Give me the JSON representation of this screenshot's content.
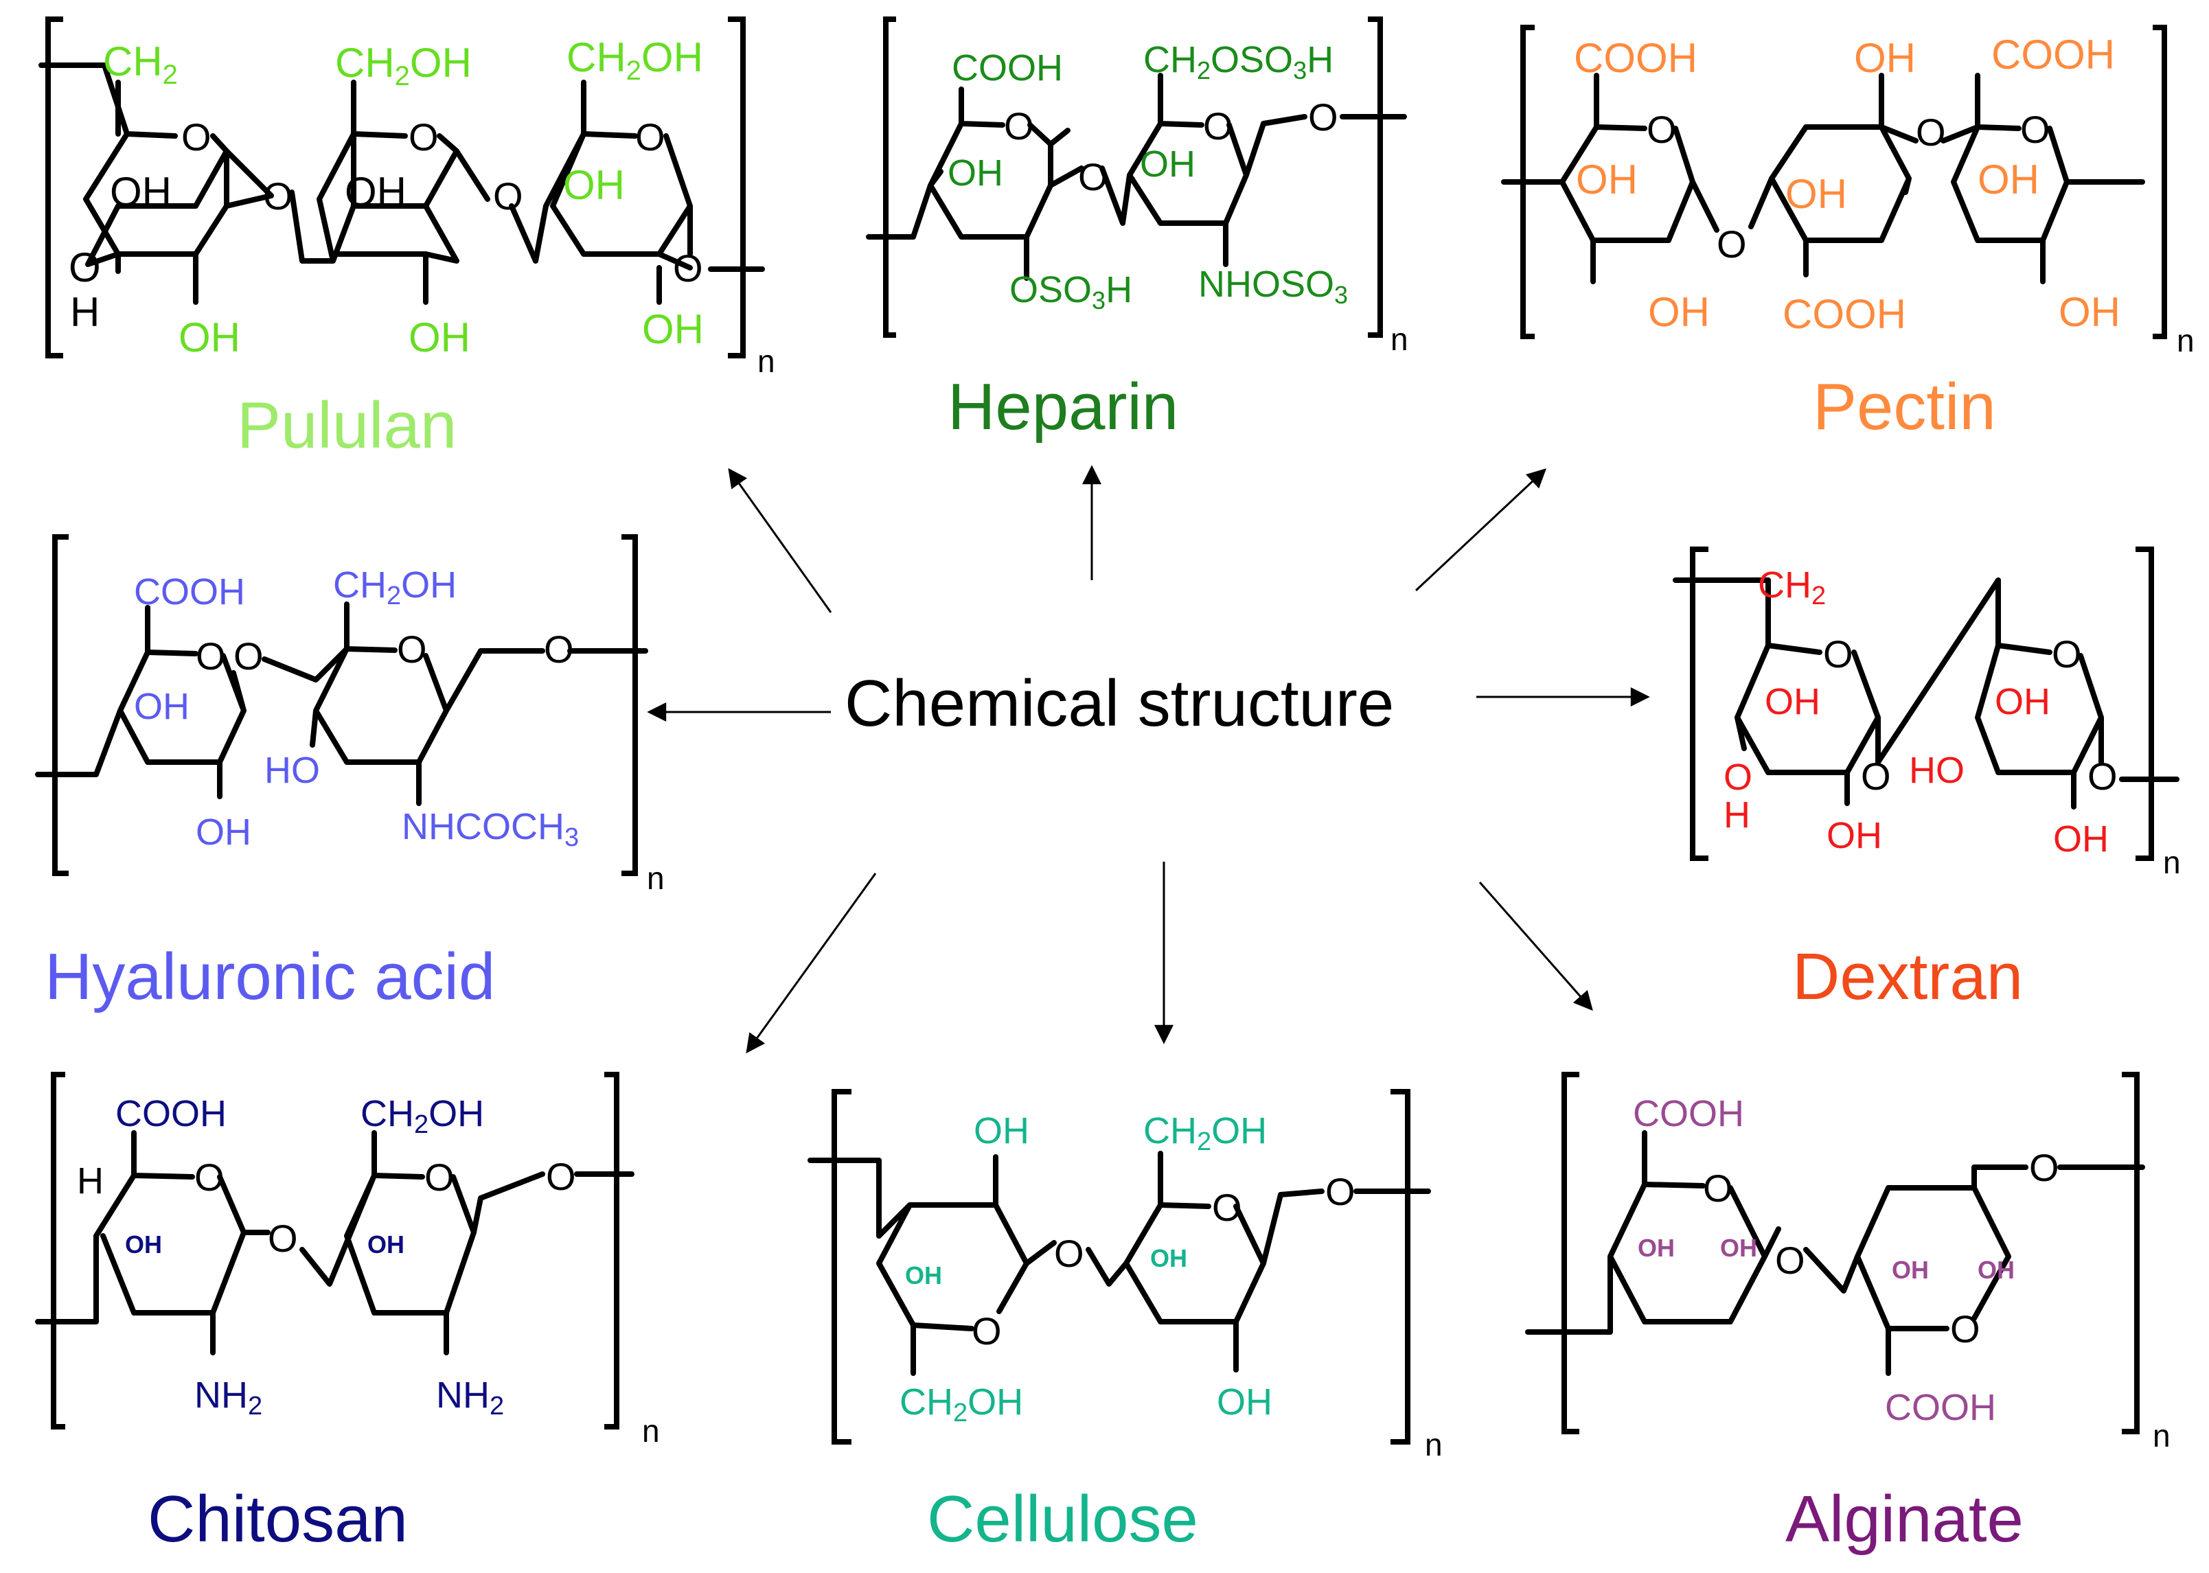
{
  "center": {
    "label": "Chemical structure"
  },
  "repeat_label": "n",
  "ring_oxygen": "O",
  "molecules": [
    {
      "id": "pululan",
      "name": "Pululan",
      "color": "#9eea6a",
      "group_color": "#66dd22",
      "groups": {
        "g1": "CH",
        "g1s": "2",
        "g2": "CH",
        "g2s": "2",
        "g2t": "OH",
        "g3": "CH",
        "g3s": "2",
        "g3t": "OH",
        "oh_a": "OH",
        "oh_b": "OH",
        "oh_c": "OH",
        "oh_d": "OH",
        "oh_e": "OH",
        "oh_f": "OH",
        "oh_g": "O",
        "h": "H"
      }
    },
    {
      "id": "heparin",
      "name": "Heparin",
      "color": "#1e7d1e",
      "group_color": "#1a8c1a",
      "groups": {
        "cooh": "COOH",
        "ch2oso3h_a": "CH",
        "ch2oso3h_b": "2",
        "ch2oso3h_c": "OSO",
        "ch2oso3h_d": "3",
        "ch2oso3h_e": "H",
        "oh_a": "OH",
        "oh_b": "OH",
        "oso3h_a": "OSO",
        "oso3h_b": "3",
        "oso3h_c": "H",
        "nhoso3_a": "NHOSO",
        "nhoso3_b": "3"
      }
    },
    {
      "id": "pectin",
      "name": "Pectin",
      "color": "#ff8a3d",
      "group_color": "#ff8a3d",
      "groups": {
        "cooh_a": "COOH",
        "oh_top": "OH",
        "cooh_b": "COOH",
        "oh_a": "OH",
        "oh_b": "OH",
        "oh_c": "OH",
        "oh_d": "OH",
        "cooh_c": "COOH",
        "oh_e": "OH"
      }
    },
    {
      "id": "hyaluronic",
      "name": "Hyaluronic acid",
      "color": "#5b5bf0",
      "group_color": "#5b5bf0",
      "groups": {
        "cooh": "COOH",
        "ch2oh_a": "CH",
        "ch2oh_b": "2",
        "ch2oh_c": "OH",
        "oh_a": "OH",
        "ho": "HO",
        "oh_b": "OH",
        "nhcoch3_a": "NHCOCH",
        "nhcoch3_b": "3"
      }
    },
    {
      "id": "dextran",
      "name": "Dextran",
      "color": "#f24a1a",
      "group_color": "#f21a1a",
      "groups": {
        "ch2_a": "CH",
        "ch2_b": "2",
        "oh_a": "OH",
        "o_h": "O",
        "h": "H",
        "oh_b": "OH",
        "oh_c": "OH",
        "ho": "HO",
        "oh_d": "OH"
      }
    },
    {
      "id": "chitosan",
      "name": "Chitosan",
      "color": "#0d0d80",
      "group_color": "#0d0d80",
      "groups": {
        "cooh": "COOH",
        "ch2oh_a": "CH",
        "ch2oh_b": "2",
        "ch2oh_c": "OH",
        "h": "H",
        "oh_a": "OH",
        "oh_b": "OH",
        "nh2_a": "NH",
        "nh2_b": "2",
        "nh2_c": "NH",
        "nh2_d": "2"
      }
    },
    {
      "id": "cellulose",
      "name": "Cellulose",
      "color": "#14b48c",
      "group_color": "#14b48c",
      "groups": {
        "oh_top": "OH",
        "ch2oh_a": "CH",
        "ch2oh_b": "2",
        "ch2oh_c": "OH",
        "oh_a": "OH",
        "oh_b": "OH",
        "ch2oh_d": "CH",
        "ch2oh_e": "2",
        "ch2oh_f": "OH",
        "oh_c": "OH"
      }
    },
    {
      "id": "alginate",
      "name": "Alginate",
      "color": "#7a1a7a",
      "group_color": "#9a4a92",
      "groups": {
        "cooh_a": "COOH",
        "oh_a": "OH",
        "oh_b": "OH",
        "oh_c": "OH",
        "oh_d": "OH",
        "cooh_b": "COOH"
      }
    }
  ]
}
